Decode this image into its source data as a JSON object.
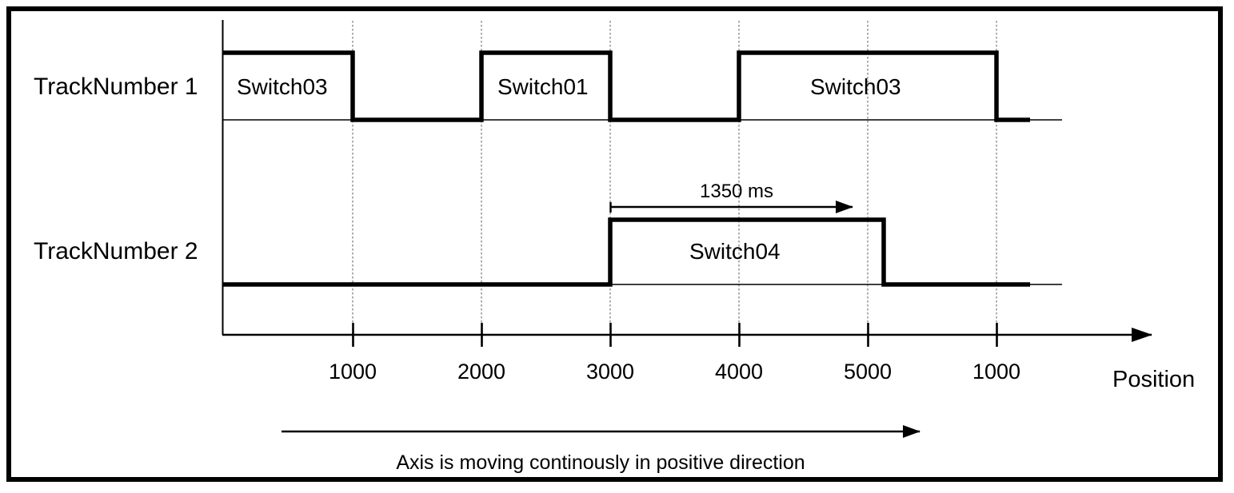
{
  "figure": {
    "kind": "timing-diagram",
    "caption": "Axis is moving continously in positive direction",
    "duration_annotation": "1350 ms",
    "axis_title": "Position",
    "stroke_color": "#000000",
    "background_color": "#ffffff",
    "gridline_color": "#808080"
  },
  "tracks": [
    {
      "label": "TrackNumber 1",
      "pulses": [
        {
          "name": "Switch03",
          "start": 0,
          "end": 1000
        },
        {
          "name": "Switch01",
          "start": 2000,
          "end": 3000
        },
        {
          "name": "Switch03",
          "start": 4000,
          "end": 6000
        }
      ]
    },
    {
      "label": "TrackNumber 2",
      "pulses": [
        {
          "name": "Switch04",
          "start": 3000,
          "end": 5125
        }
      ]
    }
  ],
  "axis": {
    "title": "Position",
    "ticks": [
      {
        "value": 1000,
        "label": "1000"
      },
      {
        "value": 2000,
        "label": "2000"
      },
      {
        "value": 3000,
        "label": "3000"
      },
      {
        "value": 4000,
        "label": "4000"
      },
      {
        "value": 5000,
        "label": "5000"
      },
      {
        "value": 6000,
        "label": "1000"
      }
    ]
  },
  "chart_data": {
    "type": "line",
    "title": "",
    "xlabel": "Position",
    "ylabel": "",
    "xlim": [
      0,
      6500
    ],
    "grid": true,
    "categories": [
      "1000",
      "2000",
      "3000",
      "4000",
      "5000",
      "1000"
    ],
    "x": [
      1000,
      2000,
      3000,
      4000,
      5000,
      6000
    ],
    "series": [
      {
        "name": "TrackNumber 1",
        "type": "digital",
        "segments": [
          {
            "label": "Switch03",
            "from": 0,
            "to": 1000,
            "level": 1
          },
          {
            "label": "",
            "from": 1000,
            "to": 2000,
            "level": 0
          },
          {
            "label": "Switch01",
            "from": 2000,
            "to": 3000,
            "level": 1
          },
          {
            "label": "",
            "from": 3000,
            "to": 4000,
            "level": 0
          },
          {
            "label": "Switch03",
            "from": 4000,
            "to": 6000,
            "level": 1
          },
          {
            "label": "",
            "from": 6000,
            "to": 6250,
            "level": 0
          }
        ]
      },
      {
        "name": "TrackNumber 2",
        "type": "digital",
        "segments": [
          {
            "label": "",
            "from": 0,
            "to": 3000,
            "level": 0
          },
          {
            "label": "Switch04",
            "from": 3000,
            "to": 5125,
            "level": 1
          },
          {
            "label": "",
            "from": 5125,
            "to": 6500,
            "level": 0
          }
        ]
      }
    ],
    "annotations": [
      {
        "text": "1350 ms",
        "from": 3000,
        "to": 5050,
        "kind": "span-arrow"
      },
      {
        "text": "Axis is moving continously in positive direction",
        "kind": "caption-arrow"
      }
    ]
  }
}
